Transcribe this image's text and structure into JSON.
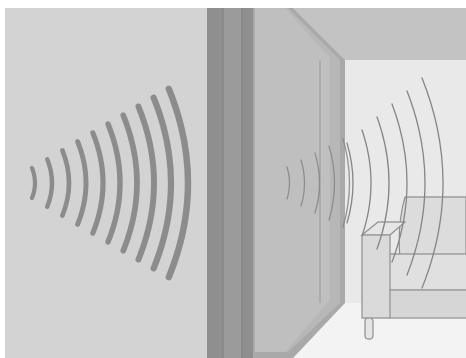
{
  "scene": {
    "wave_count_outside": 10,
    "wave_count_inside_faint": 5,
    "wave_count_inside": 6
  },
  "colors": {
    "outer_wall": "#d3d3d3",
    "wall_side": "#8f8f8f",
    "wall_mid": "#a9a9a9",
    "room_wall": "#e9e9e9",
    "ceiling": "#c3c3c3",
    "floor_edge": "#f3f3f3",
    "sound_wave_outside": "#8c8c8c",
    "sound_wave_inside": "#858585",
    "sofa_fill": "#dcdcdc",
    "sofa_stroke": "#8f8f8f"
  }
}
